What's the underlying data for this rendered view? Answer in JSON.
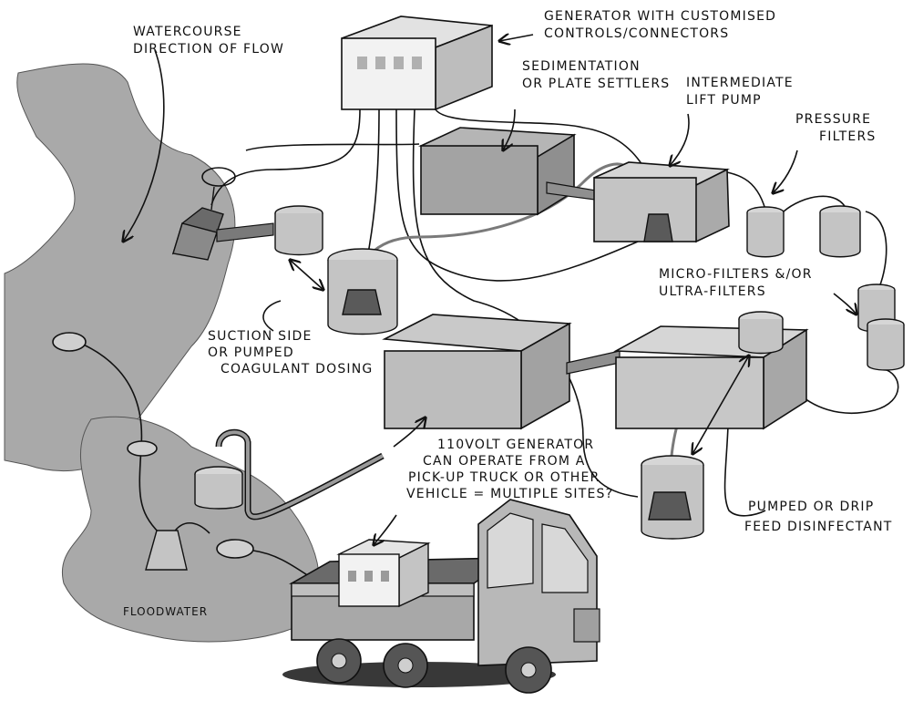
{
  "labels": {
    "watercourse": [
      "Watercourse",
      "Direction of flow"
    ],
    "generator": [
      "Generator with customised",
      "controls/connectors"
    ],
    "sedimentation": [
      "Sedimentation",
      "or plate settlers"
    ],
    "lift_pump": [
      "Intermediate",
      "lift pump"
    ],
    "pressure_filters": [
      "Pressure",
      "filters"
    ],
    "micro_filters": [
      "Micro-filters &/or",
      "ultra-filters"
    ],
    "suction": [
      "Suction side",
      "or pumped",
      "coagulant dosing"
    ],
    "truck_generator": [
      "110volt generator",
      "can operate from a",
      "pick-up truck or other",
      "vehicle = multiple sites?"
    ],
    "disinfectant": [
      "Pumped or drip",
      "feed disinfectant"
    ],
    "floodwater": "Floodwater"
  },
  "colors": {
    "water": "#a9a9a9",
    "box": "#c4c4c4",
    "box_side": "#9d9d9d",
    "pump": "#5a5a5a",
    "ink": "#111111"
  }
}
